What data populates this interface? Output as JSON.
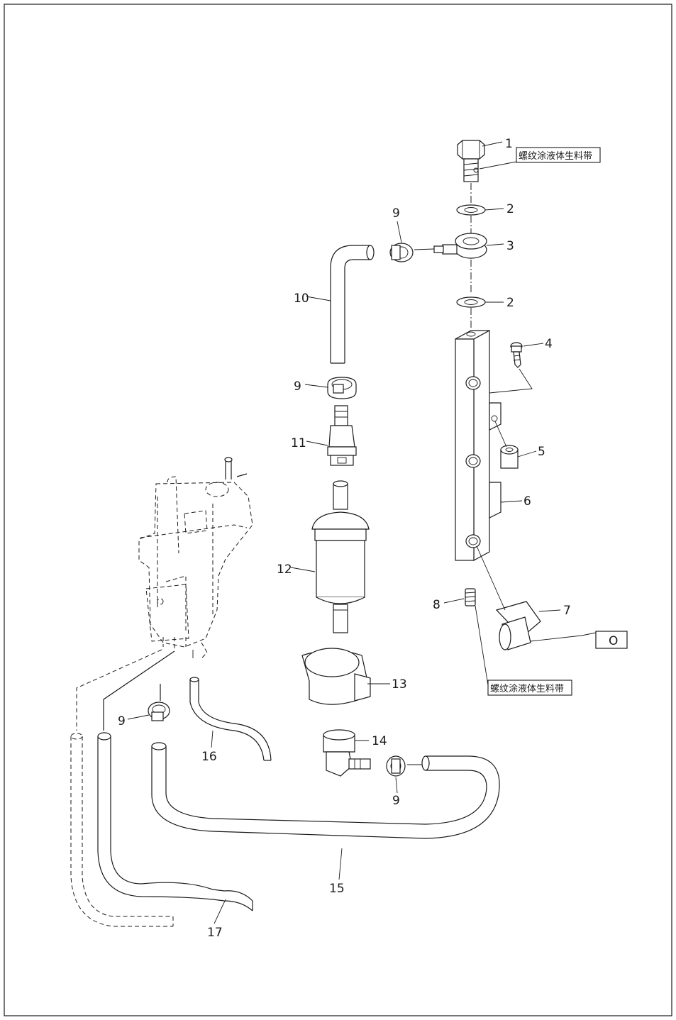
{
  "notes": {
    "top": "螺纹涂液体生料带",
    "bottom": "螺纹涂液体生料带"
  },
  "callouts": {
    "c1": "1",
    "c2a": "2",
    "c3": "3",
    "c2b": "2",
    "c4": "4",
    "c5": "5",
    "c6": "6",
    "c7": "7",
    "c8": "8",
    "c9a": "9",
    "c9b": "9",
    "c9c": "9",
    "c9d": "9",
    "c10": "10",
    "c11": "11",
    "c12": "12",
    "c13": "13",
    "c14": "14",
    "c15": "15",
    "c16": "16",
    "c17": "17"
  },
  "tag": "O"
}
